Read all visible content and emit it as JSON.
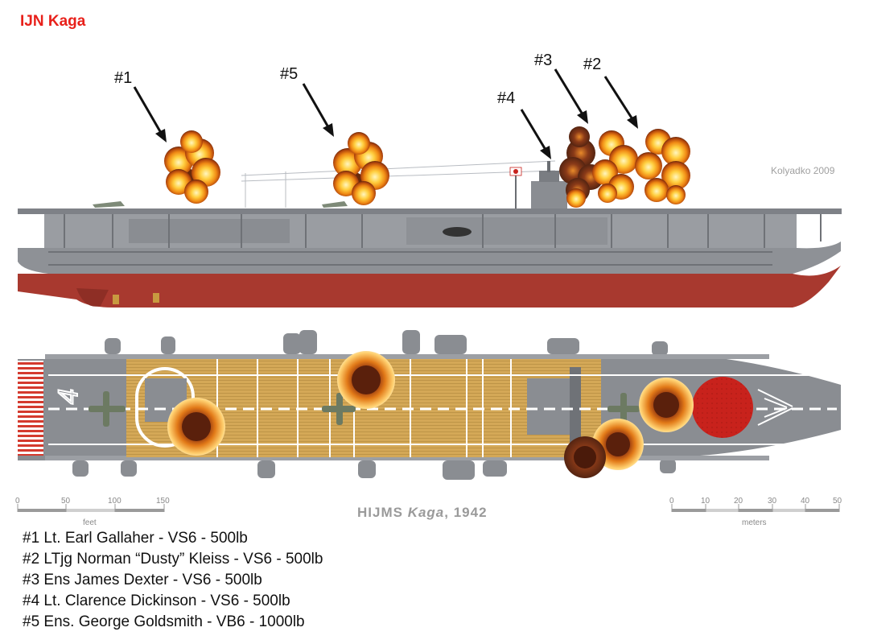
{
  "title": "IJN Kaga",
  "credit": "Kolyadko 2009",
  "hull_number": "4",
  "caption": {
    "prefix": "HIJMS ",
    "ship": "Kaga",
    "suffix": ", 1942"
  },
  "scales": {
    "feet": {
      "unit": "feet",
      "ticks": [
        "0",
        "50",
        "100",
        "150"
      ]
    },
    "meters": {
      "unit": "meters",
      "ticks": [
        "0",
        "10",
        "20",
        "30",
        "40",
        "50"
      ]
    }
  },
  "hit_labels": [
    "#1",
    "#5",
    "#3",
    "#2",
    "#4"
  ],
  "hits": [
    {
      "label": "#1 Lt. Earl Gallaher - VS6 - 500lb"
    },
    {
      "label": "#2 LTjg Norman “Dusty” Kleiss - VS6 - 500lb"
    },
    {
      "label": "#3 Ens James Dexter - VS6 - 500lb"
    },
    {
      "label": "#4 Lt. Clarence Dickinson - VS6 - 500lb"
    },
    {
      "label": "#5 Ens. George Goldsmith - VB6 - 1000lb"
    }
  ],
  "colors": {
    "title": "#e8211b",
    "hull_gray": "#8e9196",
    "hull_red": "#a8392f",
    "deck_wood": "#d4a857",
    "hinomaru": "#c8221c",
    "deck_gray": "#8a8d92"
  }
}
